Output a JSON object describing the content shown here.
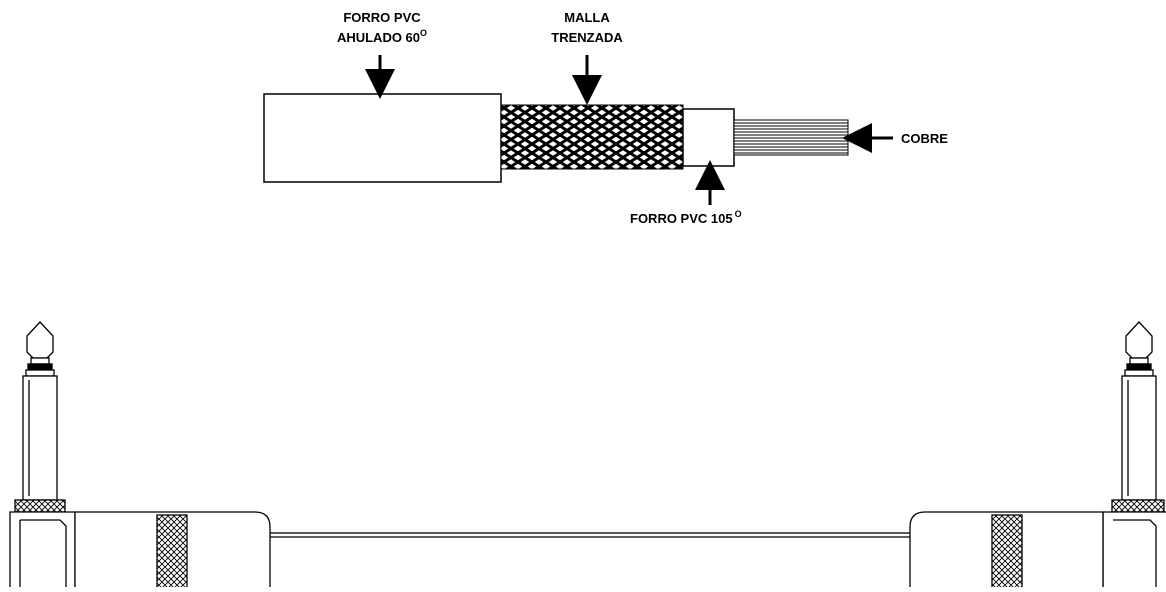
{
  "labels": {
    "jacket_line1": "FORRO PVC",
    "jacket_line2": "AHULADO 60",
    "braid_line1": "MALLA",
    "braid_line2": "TRENZADA",
    "copper": "COBRE",
    "inner_insulation": "FORRO PVC 105",
    "degree_mark": "O"
  },
  "colors": {
    "stroke": "#000000",
    "fill": "#ffffff"
  }
}
